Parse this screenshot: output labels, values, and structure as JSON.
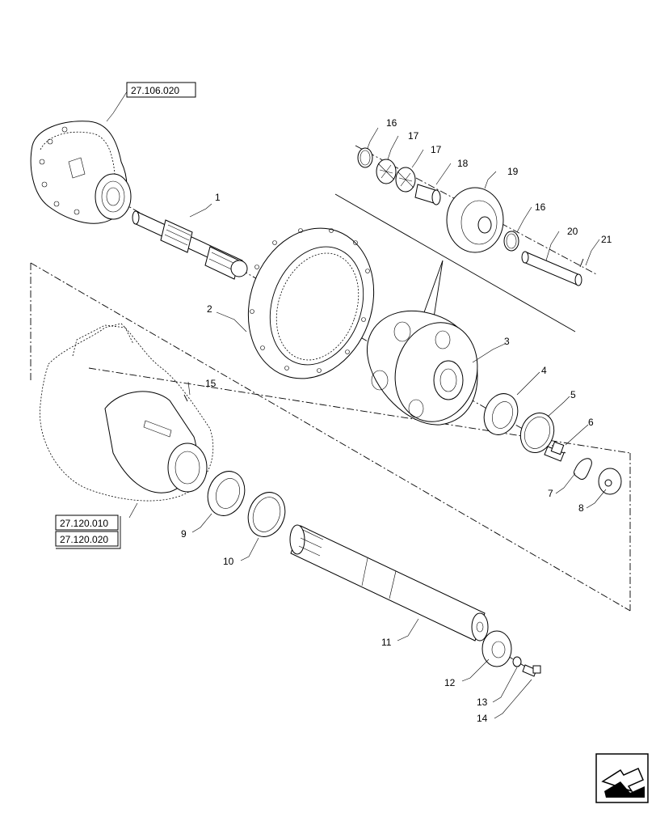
{
  "references": [
    {
      "id": "ref-a",
      "text": "27.106.020"
    },
    {
      "id": "ref-b",
      "text": "27.120.010"
    },
    {
      "id": "ref-c",
      "text": "27.120.020"
    }
  ],
  "callouts": [
    "1",
    "2",
    "3",
    "4",
    "5",
    "6",
    "7",
    "8",
    "9",
    "10",
    "11",
    "12",
    "13",
    "14",
    "15",
    "16",
    "17",
    "17",
    "18",
    "19",
    "16",
    "20",
    "21"
  ],
  "nav_icon": "arrow-icon"
}
